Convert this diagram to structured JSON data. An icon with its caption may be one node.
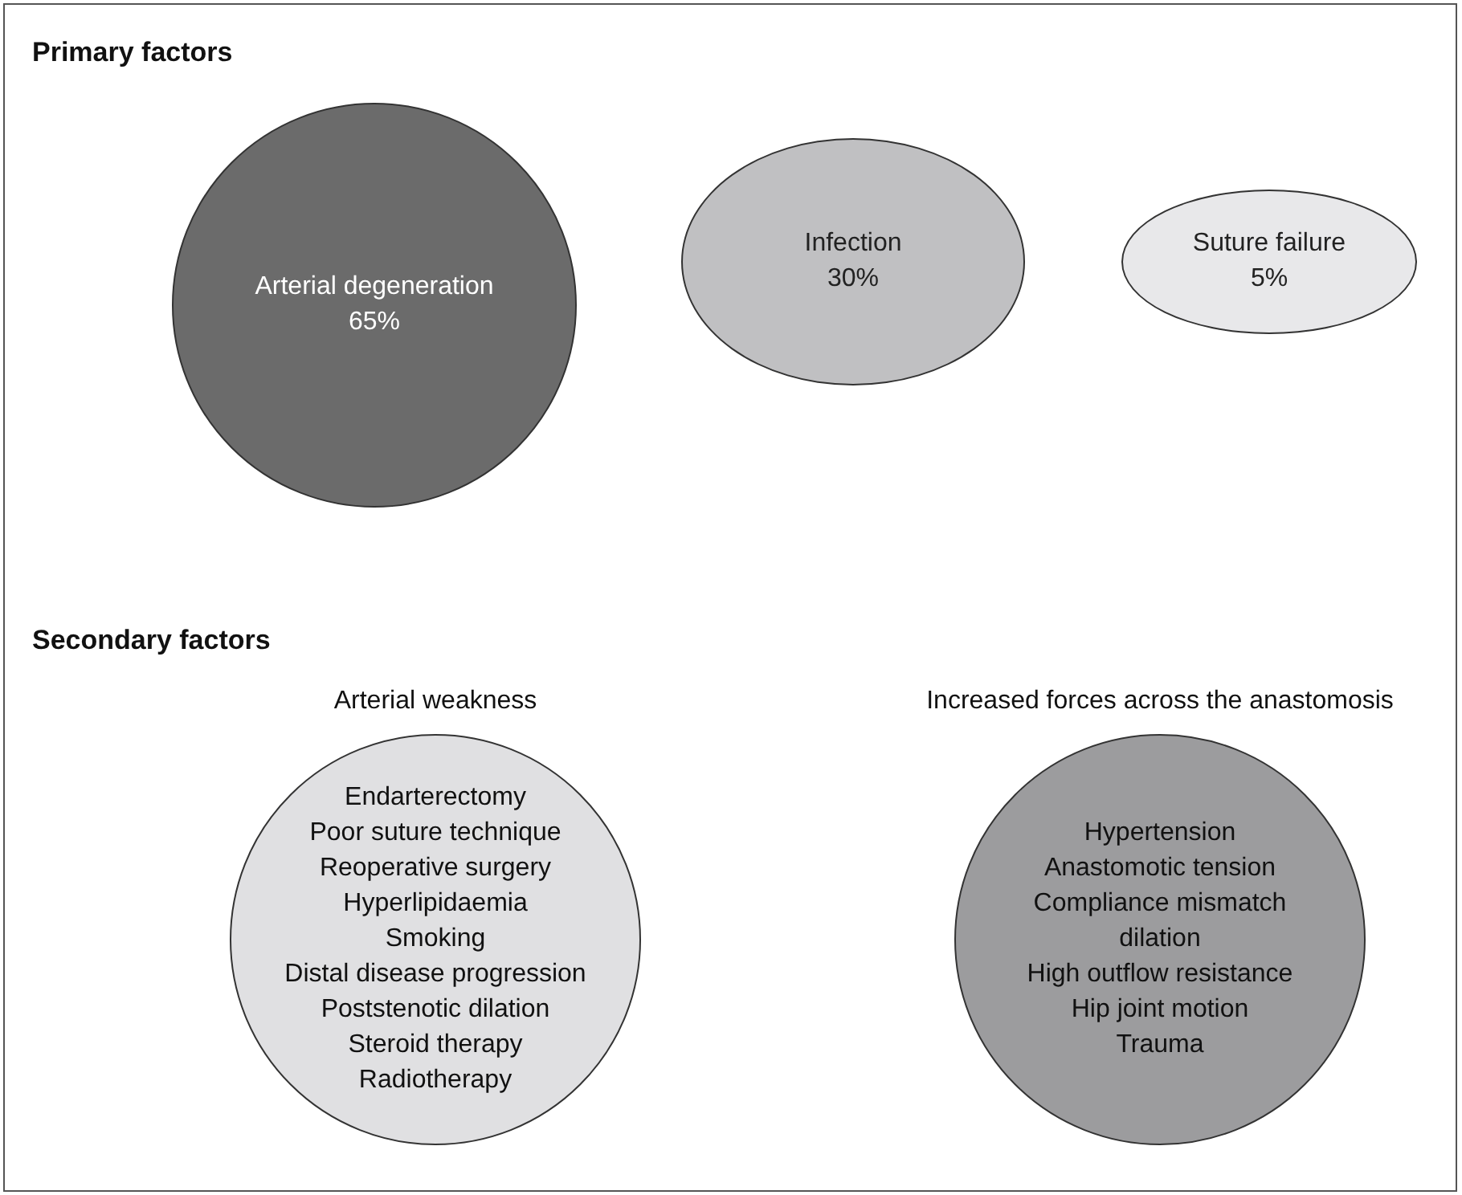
{
  "diagram": {
    "nodes": [
      {
        "text": [
          "Arterial degeneration",
          "65%"
        ]
      },
      {
        "text": [
          "Infection",
          "30%"
        ]
      },
      {
        "text": [
          "Suture failure",
          "5%"
        ]
      },
      {
        "text": [
          "Arterial weakness",
          "Endarterectomy",
          "Poor suture technique",
          "Reoperative surgery",
          "Hyperlipidaemia",
          "Smoking",
          "Distal disease progression",
          "Poststenotic dilation",
          "Steroid therapy",
          "Radiotherapy"
        ]
      },
      {
        "text": [
          "Increased forces across the anastomosis",
          "Hypertension",
          "Anastomotic tension",
          "Compliance mismatch",
          "dilation",
          "High outflow resistance",
          "Hip joint motion",
          "Trauma"
        ]
      }
    ],
    "labels": [
      "Primary factors",
      "Secondary factors"
    ]
  }
}
